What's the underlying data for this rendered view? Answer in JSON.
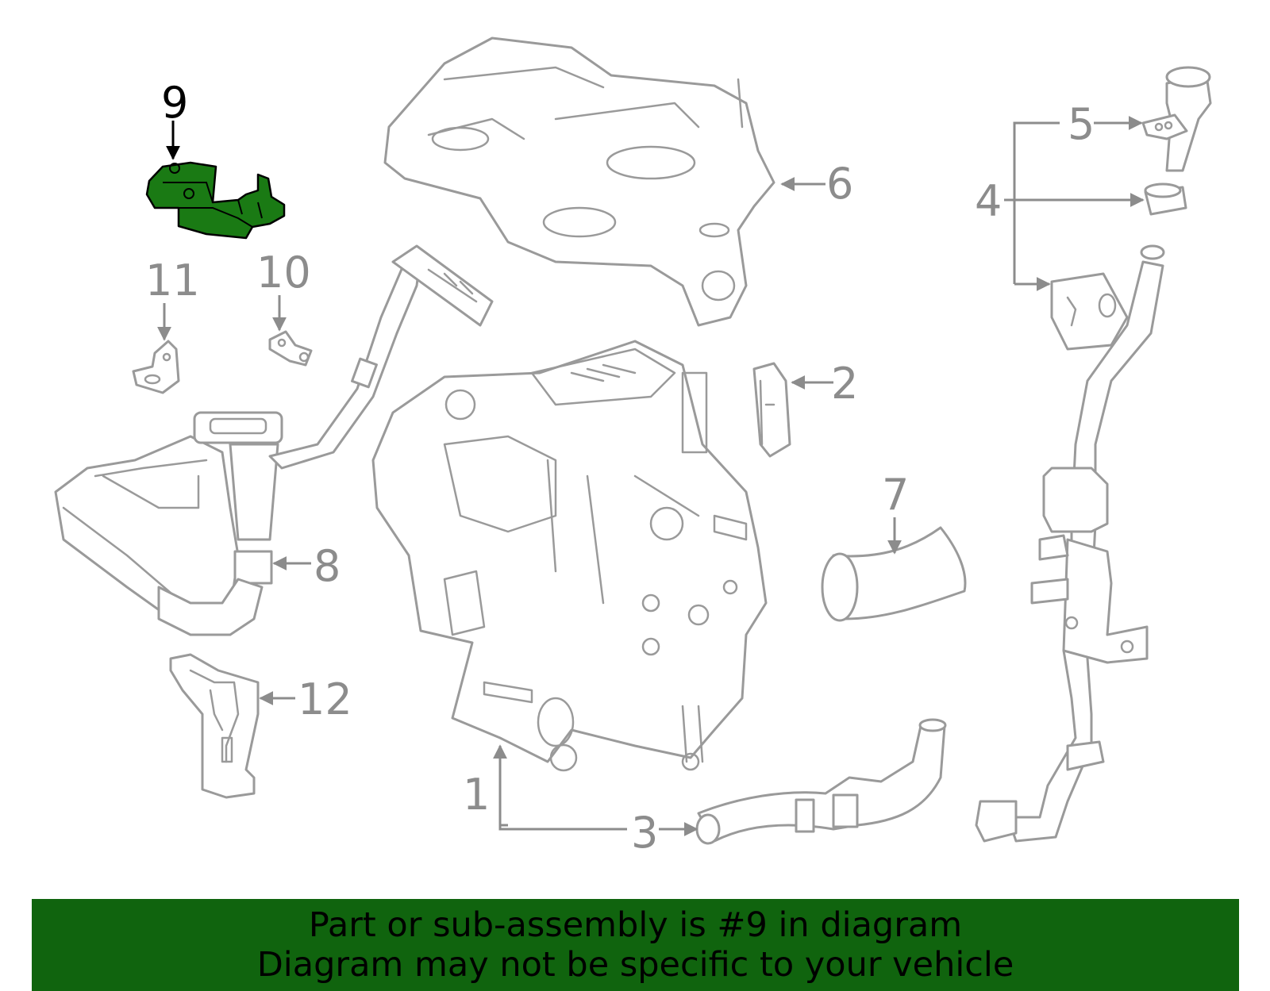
{
  "diagram": {
    "highlighted_part": "9",
    "colors": {
      "highlight": "#1a7a14",
      "banner": "#10640e",
      "parts": "#9a9a9a",
      "labels": "#8c8c8c"
    },
    "callouts": [
      {
        "id": "1",
        "label": "1"
      },
      {
        "id": "2",
        "label": "2"
      },
      {
        "id": "3",
        "label": "3"
      },
      {
        "id": "4",
        "label": "4"
      },
      {
        "id": "5",
        "label": "5"
      },
      {
        "id": "6",
        "label": "6"
      },
      {
        "id": "7",
        "label": "7"
      },
      {
        "id": "8",
        "label": "8"
      },
      {
        "id": "9",
        "label": "9"
      },
      {
        "id": "10",
        "label": "10"
      },
      {
        "id": "11",
        "label": "11"
      },
      {
        "id": "12",
        "label": "12"
      }
    ]
  },
  "banner": {
    "line1": "Part or sub-assembly is #9 in diagram",
    "line2": "Diagram may not be specific to your vehicle"
  }
}
